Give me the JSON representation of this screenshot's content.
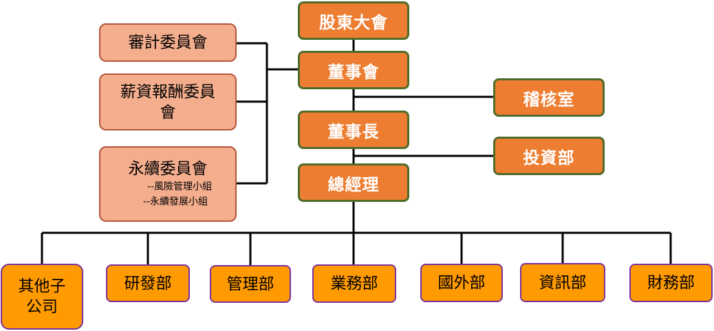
{
  "top": {
    "shareholders": "股東大會",
    "board": "董事會",
    "chairman": "董事長",
    "president": "總經理"
  },
  "committees": {
    "audit": "審計委員會",
    "compensation": [
      "薪資報酬委員",
      "會"
    ],
    "sustainability": {
      "title": "永續委員會",
      "subgroups": [
        "--風險管理小組",
        "--永續發展小組"
      ]
    }
  },
  "right_units": {
    "audit_office": "稽核室",
    "investment": "投資部"
  },
  "departments": {
    "subsidiaries": [
      "其他子",
      "公司"
    ],
    "rnd": "研發部",
    "management": "管理部",
    "business": "業務部",
    "international": "國外部",
    "it": "資訊部",
    "finance": "財務部"
  },
  "colors": {
    "executive_fill": "#ed7d31",
    "executive_border": "#4e6b2a",
    "committee_fill": "#f4ae8e",
    "committee_border": "#b4543a",
    "department_fill": "#ff9a00",
    "department_border": "#7a2ea0",
    "connector": "#000000"
  }
}
